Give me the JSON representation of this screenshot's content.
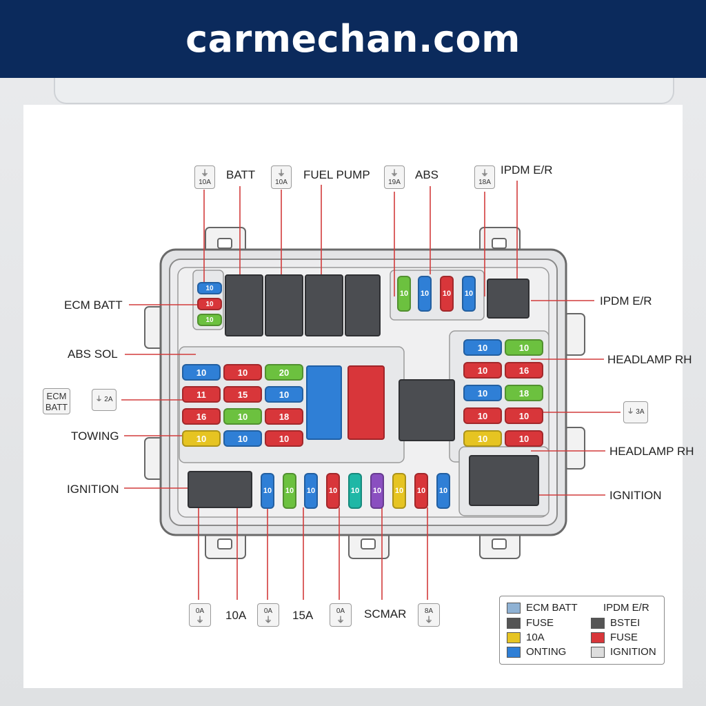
{
  "site": {
    "title": "carmechan.com"
  },
  "labels": {
    "top": [
      "BATT",
      "FUEL PUMP",
      "ABS",
      "IPDM E/R"
    ],
    "left": [
      "ECM BATT",
      "ABS SOL",
      "TOWING",
      "IGNITION"
    ],
    "left_box": "ECM BATT",
    "right": [
      "IPDM E/R",
      "HEADLAMP RH",
      "HEADLAMP RH",
      "IGNITION"
    ],
    "bottom": [
      "10A",
      "15A",
      "SCMAR"
    ]
  },
  "icon_boxes": {
    "top": [
      "10A",
      "10A",
      "19A",
      "18A"
    ],
    "side": [
      "2A",
      "3A"
    ],
    "bottom": [
      "0A",
      "0A",
      "0A",
      "8A"
    ]
  },
  "fuse_values": {
    "corner": [
      "10",
      "10",
      "10"
    ],
    "main_grid": [
      "10",
      "10",
      "20",
      "11",
      "15",
      "10",
      "16",
      "10",
      "18",
      "10",
      "10",
      "10"
    ],
    "top_row": [
      "10",
      "10",
      "10",
      "10"
    ],
    "right_grid": [
      "10",
      "10",
      "10",
      "16",
      "10",
      "18",
      "10",
      "10",
      "10",
      "10"
    ],
    "bottom_row": [
      "10",
      "10",
      "10",
      "10",
      "10",
      "10",
      "10",
      "10",
      "10"
    ]
  },
  "colors": {
    "blue": "#2f7fd6",
    "red": "#d8363a",
    "green": "#6cc13f",
    "yellow": "#e6c422",
    "teal": "#1fb7a6",
    "purple": "#8a4fc0",
    "relay": "#4b4d51",
    "line": "#d23b3b"
  },
  "legend": {
    "items": [
      {
        "label": "ECM BATT",
        "color": "#8fb2d4"
      },
      {
        "label": "IPDM E/R",
        "color": ""
      },
      {
        "label": "FUSE",
        "color": "#555555"
      },
      {
        "label": "BSTEI",
        "color": "#555555"
      },
      {
        "label": "10A",
        "color": "#e6c422"
      },
      {
        "label": "FUSE",
        "color": "#d8363a"
      },
      {
        "label": "ONTING",
        "color": "#2f7fd6"
      },
      {
        "label": "IGNITION",
        "color": "#dddddd"
      }
    ]
  }
}
